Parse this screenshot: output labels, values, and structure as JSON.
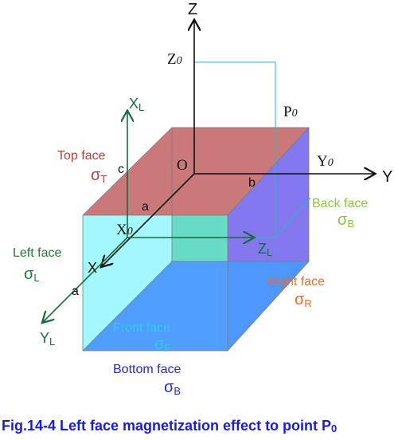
{
  "axes": {
    "z": "Z",
    "y": "Y",
    "x": "X",
    "origin": "O",
    "xl": "X",
    "xl_sub": "L",
    "zl": "Z",
    "zl_sub": "L",
    "yl": "Y",
    "yl_sub": "L"
  },
  "points": {
    "z0": "Z",
    "z0_sub": "0",
    "y0": "Y",
    "y0_sub": "0",
    "x0": "X",
    "x0_sub": "0",
    "p0": "P",
    "p0_sub": "0"
  },
  "dimensions": {
    "a_top": "a",
    "a_left": "a",
    "b": "b",
    "c": "c"
  },
  "faces": {
    "top": {
      "label": "Top face",
      "sigma": "σ",
      "sub": "T",
      "color": "#b3413c",
      "fill": "#c9797a"
    },
    "left": {
      "label": "Left face",
      "sigma": "σ",
      "sub": "L",
      "color": "#1f7a3a",
      "fill": "#84f4ff"
    },
    "back": {
      "label": "Back face",
      "sigma": "σ",
      "sub": "B",
      "color": "#8cc63f",
      "fill": "#d6ecb4"
    },
    "right": {
      "label": "Right face",
      "sigma": "σ",
      "sub": "R",
      "color": "#ef6c2b",
      "fill": "#7e71f0"
    },
    "front": {
      "label": "Front face",
      "sigma": "σ",
      "sub": "F",
      "color": "#29cfe8",
      "fill": "#4d97ff"
    },
    "bottom": {
      "label": "Bottom face",
      "sigma": "σ",
      "sub": "B",
      "color": "#1d2bd9"
    }
  },
  "colors": {
    "axis": "#111111",
    "local_axis": "#1a6b3a",
    "projection": "#2bb5cc",
    "caption": "#1a1ae6"
  },
  "caption": {
    "text": "Fig.14-4 Left face magnetization effect to point P",
    "sub": "0"
  }
}
